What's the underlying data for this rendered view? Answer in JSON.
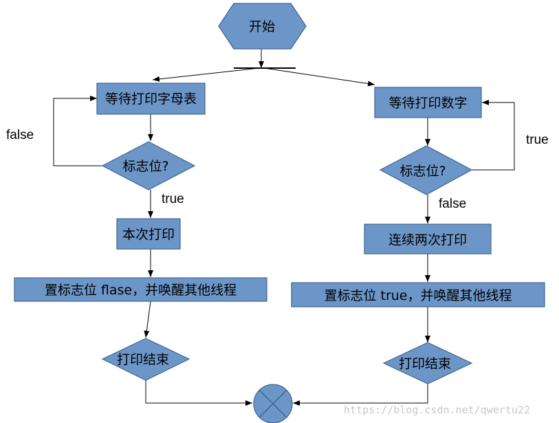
{
  "nodes": {
    "start": "开始",
    "wait_letters": "等待打印字母表",
    "flag_left": "标志位?",
    "print_once": "本次打印",
    "set_flag_false": "置标志位 flase，并唤醒其他线程",
    "end_left": "打印结束",
    "wait_digits": "等待打印数字",
    "flag_right": "标志位?",
    "print_twice": "连续两次打印",
    "set_flag_true": "置标志位 true，并唤醒其他线程",
    "end_right": "打印结束"
  },
  "edges": {
    "left_loop": "false",
    "left_continue": "true",
    "right_loop": "true",
    "right_continue": "false"
  },
  "colors": {
    "node_fill": "#6c96c8",
    "node_stroke": "#3d6590"
  },
  "watermark": "https://blog.csdn.net/qwertu22"
}
